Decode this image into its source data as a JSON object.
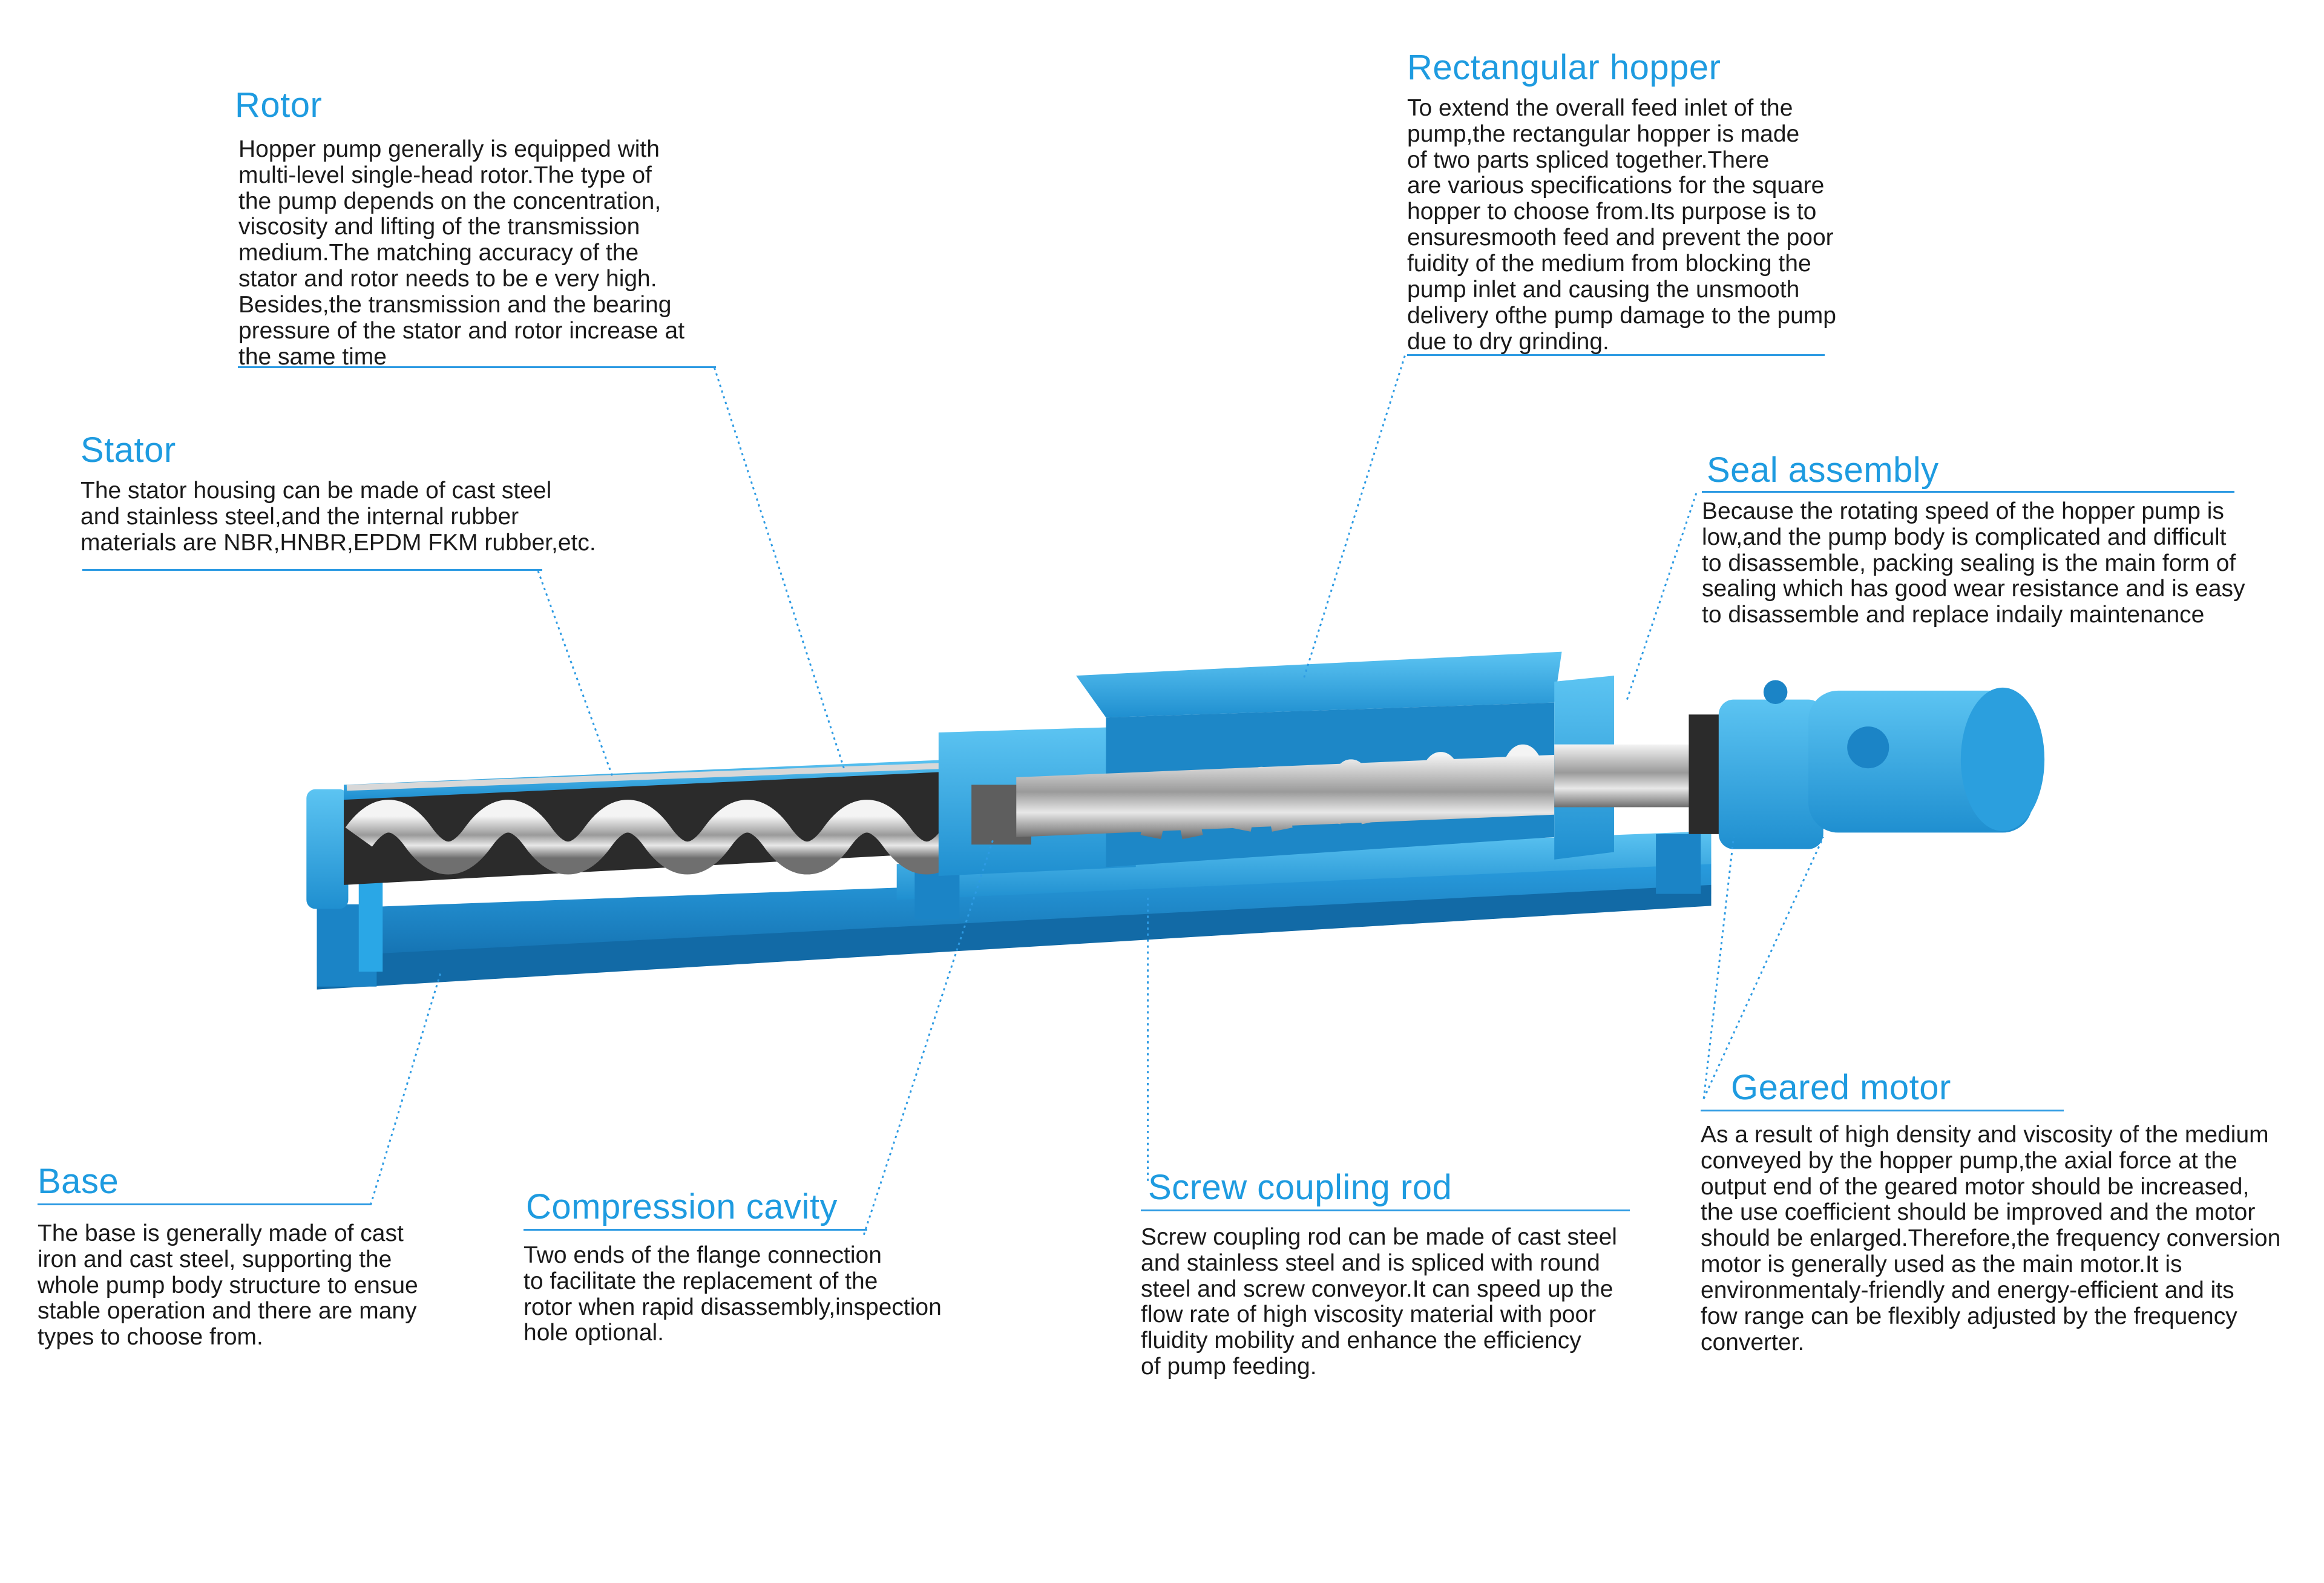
{
  "accent_color": "#1e9be0",
  "pump_color": "#2aa7e6",
  "callouts": {
    "rotor": {
      "title": "Rotor",
      "body": "Hopper pump generally is equipped with\nmulti-level single-head rotor.The type of\nthe pump  depends on the concentration,\nviscosity and lifting of the transmission\nmedium.The matching accuracy of the\nstator and rotor needs to be e  very  high.\nBesides,the  transmission  and  the   bearing\npressure of the stator and rotor increase at\nthe same time"
    },
    "stator": {
      "title": "Stator",
      "body": "The stator housing can be made of cast steel\nand stainless steel,and the internal rubber\nmaterials are NBR,HNBR,EPDM FKM rubber,etc."
    },
    "hopper": {
      "title": "Rectangular hopper",
      "body": "To extend the overall feed inlet of the\npump,the rectangular hopper is made\nof two parts spliced  together.There\nare various specifications for the  square\nhopper to choose from.Its purpose is to\nensuresmooth feed and prevent the poor\nfuidity   of the medium from blocking the\npump inlet and  causing the unsmooth\ndelivery ofthe pump damage to the pump\ndue to dry grinding."
    },
    "seal": {
      "title": "Seal assembly",
      "body": "Because the rotating speed of the hopper pump is\nlow,and the pump body is complicated and difficult\nto disassemble, packing sealing is the main form of\nsealing  which has good wear resistance and is  easy\nto disassemble and replace indaily maintenance"
    },
    "base": {
      "title": "Base",
      "body": "The base is generally made of cast\niron and cast steel, supporting the\nwhole pump body structure to ensue\nstable operation and there are many\ntypes to choose from."
    },
    "compression": {
      "title": "Compression  cavity",
      "body": "Two  ends  of  the  flange  connection\nto facilitate  the  replacement  of  the\nrotor when rapid disassembly,inspection\nhole optional."
    },
    "screw": {
      "title": "Screw coupling rod",
      "body": "Screw coupling rod can be made of cast steel\nand stainless steel and  is spliced with  round\nsteel and screw conveyor.It can speed up the\nflow rate of high viscosity material with poor\nfluidity  mobility  and  enhance  the  efficiency\nof  pump feeding."
    },
    "motor": {
      "title": "Geared  motor",
      "body": "As a result of high density and viscosity of the medium\nconveyed by the hopper pump,the axial force at the\noutput end of the geared motor should be increased,\nthe use coefficient should be improved and the motor\nshould be enlarged.Therefore,the frequency conversion\nmotor is generally used as the main motor.It is\nenvironmentaly-friendly and energy-efficient and its\nfow range can be flexibly adjusted  by the frequency\nconverter."
    }
  }
}
